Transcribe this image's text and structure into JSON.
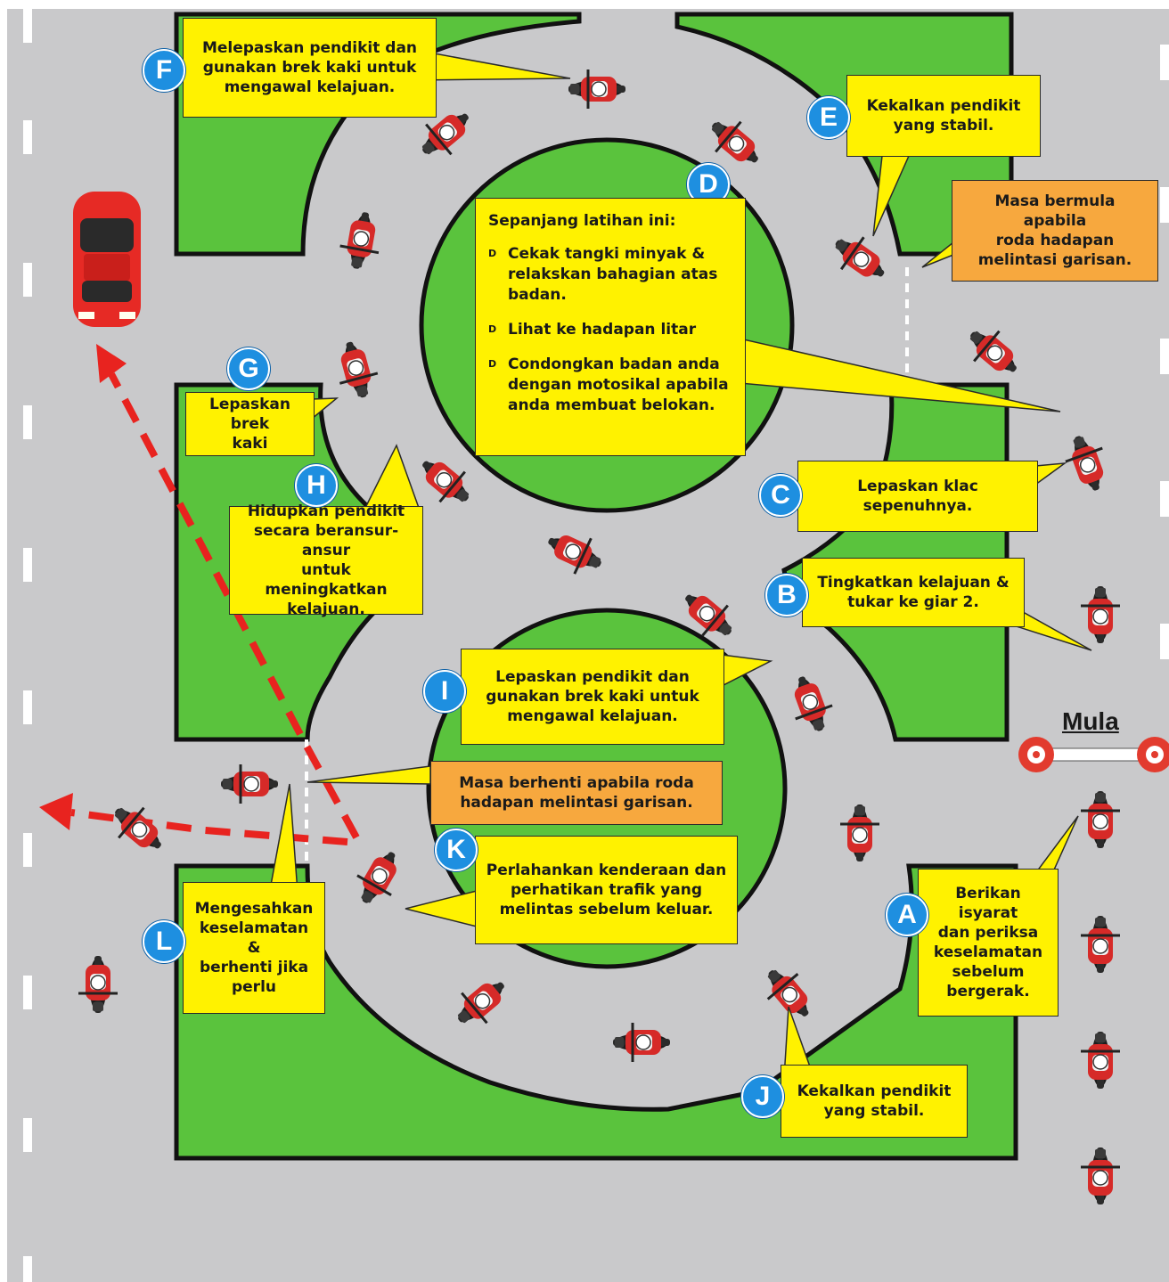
{
  "colors": {
    "road": "#c9c9cb",
    "grass": "#5ac33d",
    "outline": "#111111",
    "callout_yellow": "#fff200",
    "callout_orange": "#f7a83e",
    "badge_blue": "#1e8fe0",
    "arrow_red": "#e8231f",
    "car_red": "#e62a25"
  },
  "callouts": {
    "A": {
      "badge": "A",
      "text": "Berikan isyarat\ndan periksa\nkeselamatan\nsebelum\nbergerak."
    },
    "B": {
      "badge": "B",
      "text": "Tingkatkan kelajuan &\ntukar ke giar 2."
    },
    "C": {
      "badge": "C",
      "text": "Lepaskan klac\nsepenuhnya."
    },
    "D": {
      "badge": "D",
      "heading": "Sepanjang latihan ini:",
      "bullet": "D",
      "items": [
        "Cekak tangki minyak &\nrelakskan bahagian atas\nbadan.",
        "Lihat ke hadapan litar",
        "Condongkan badan anda\ndengan motosikal apabila\nanda membuat belokan."
      ]
    },
    "E": {
      "badge": "E",
      "text": "Kekalkan pendikit\nyang stabil."
    },
    "F": {
      "badge": "F",
      "text": "Melepaskan pendikit dan\ngunakan brek kaki untuk\nmengawal kelajuan."
    },
    "G": {
      "badge": "G",
      "text": "Lepaskan brek\nkaki"
    },
    "H": {
      "badge": "H",
      "text": "Hidupkan pendikit\nsecara beransur-ansur\nuntuk meningkatkan\nkelajuan."
    },
    "I": {
      "badge": "I",
      "text": "Lepaskan pendikit dan\ngunakan brek kaki untuk\nmengawal kelajuan."
    },
    "J": {
      "badge": "J",
      "text": "Kekalkan pendikit\nyang stabil."
    },
    "K": {
      "badge": "K",
      "text": "Perlahankan kenderaan dan\nperhatikan trafik yang\nmelintas sebelum keluar."
    },
    "L": {
      "badge": "L",
      "text": "Mengesahkan\nkeselamatan &\nberhenti jika\nperlu"
    }
  },
  "start_timing": "Masa bermula apabila\nroda hadapan\nmelintasi garisan.",
  "stop_timing": "Masa berhenti apabila roda\nhadapan melintasi garisan.",
  "start_label": "Mula"
}
